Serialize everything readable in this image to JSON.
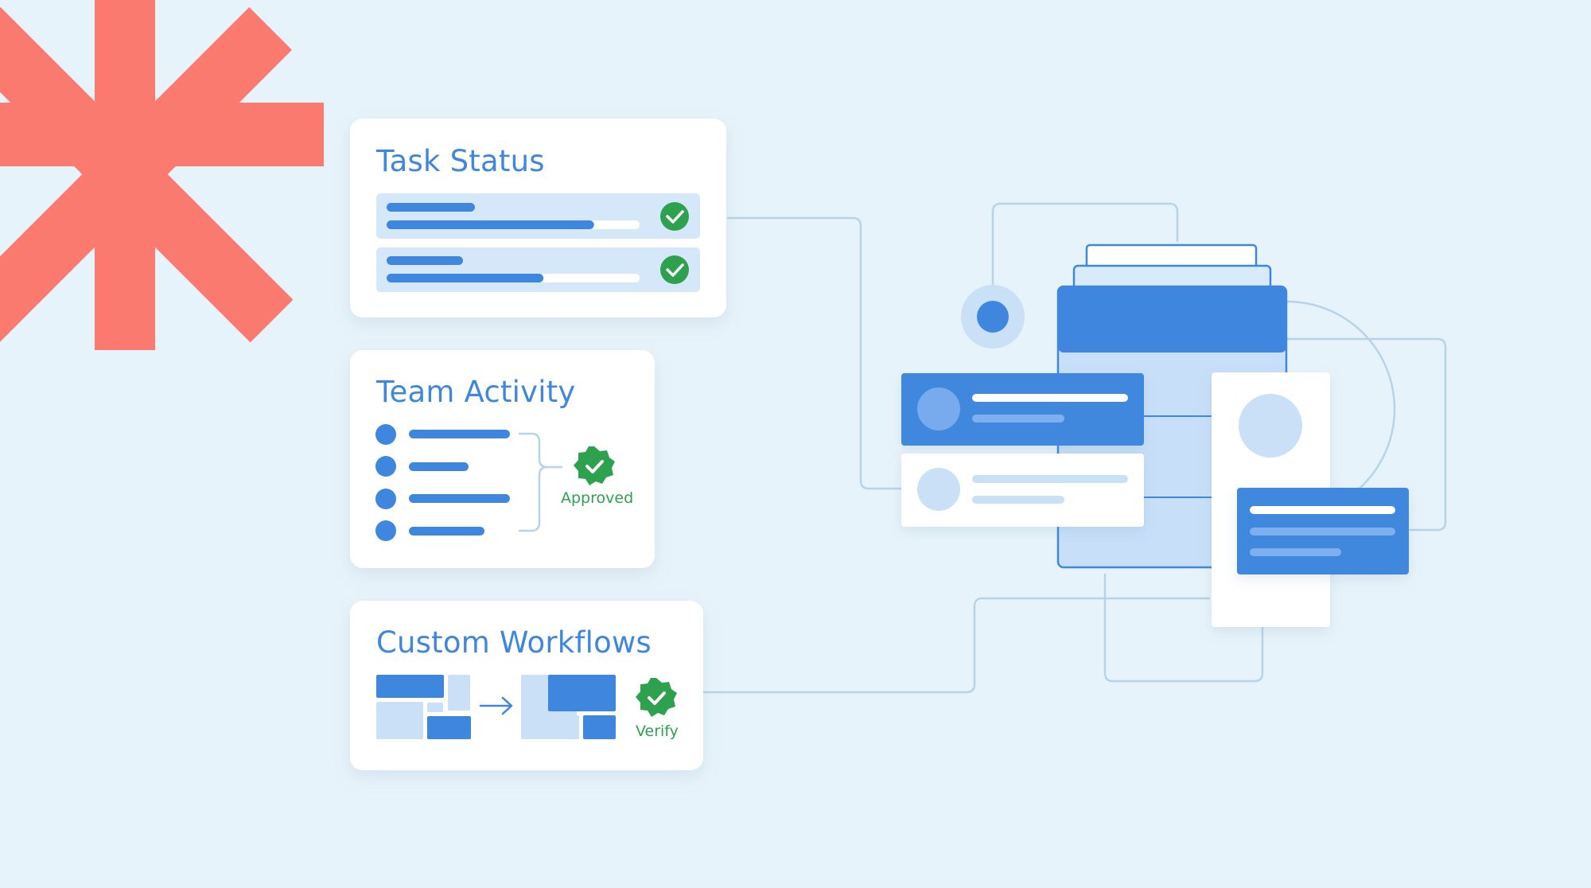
{
  "colors": {
    "background": "#e7f3fa",
    "accent_blue": "#3f87de",
    "light_blue": "#c9e0f7",
    "pale_blue": "#d8e9f8",
    "coral": "#fb7a6f",
    "success_green": "#2ea14f",
    "card_white": "#ffffff",
    "connector_line": "#b6d3ea"
  },
  "icons": {
    "decoration": "asterisk-icon",
    "status": "check-badge-icon",
    "flow": "arrow-right-icon"
  },
  "task_status": {
    "title": "Task Status",
    "rows": [
      {
        "progress": 0.82,
        "complete": true
      },
      {
        "progress": 0.62,
        "complete": true
      }
    ]
  },
  "team_activity": {
    "title": "Team Activity",
    "approved_label": "Approved",
    "member_count": 4
  },
  "custom_workflows": {
    "title": "Custom Workflows",
    "verify_label": "Verify"
  }
}
